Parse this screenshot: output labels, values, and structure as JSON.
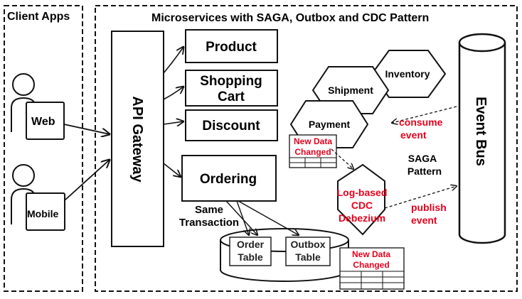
{
  "titles": {
    "client_apps": "Client Apps",
    "microservices": "Microservices with SAGA, Outbox and CDC Pattern"
  },
  "clients": {
    "web": "Web",
    "mobile": "Mobile"
  },
  "gateway": "API Gateway",
  "services": {
    "product": "Product",
    "shopping_cart_line1": "Shopping",
    "shopping_cart_line2": "Cart",
    "discount": "Discount",
    "ordering": "Ordering"
  },
  "hexagons": {
    "inventory": "Inventory",
    "shipment": "Shipment",
    "payment": "Payment"
  },
  "data_changed_top": {
    "line1": "New Data",
    "line2": "Changed"
  },
  "data_changed_bottom": {
    "line1": "New Data",
    "line2": "Changed"
  },
  "transaction": {
    "line1": "Same",
    "line2": "Transaction"
  },
  "database": {
    "order_line1": "Order",
    "order_line2": "Table",
    "outbox_line1": "Outbox",
    "outbox_line2": "Table"
  },
  "cdc": {
    "line1": "Log-based",
    "line2": "CDC",
    "line3": "Debezium"
  },
  "saga": {
    "line1": "SAGA",
    "line2": "Pattern"
  },
  "consume": {
    "line1": "consume",
    "line2": "event"
  },
  "publish": {
    "line1": "publish",
    "line2": "event"
  },
  "event_bus": "Event Bus",
  "colors": {
    "accent_red": "#e8001c",
    "stroke": "#111111"
  }
}
